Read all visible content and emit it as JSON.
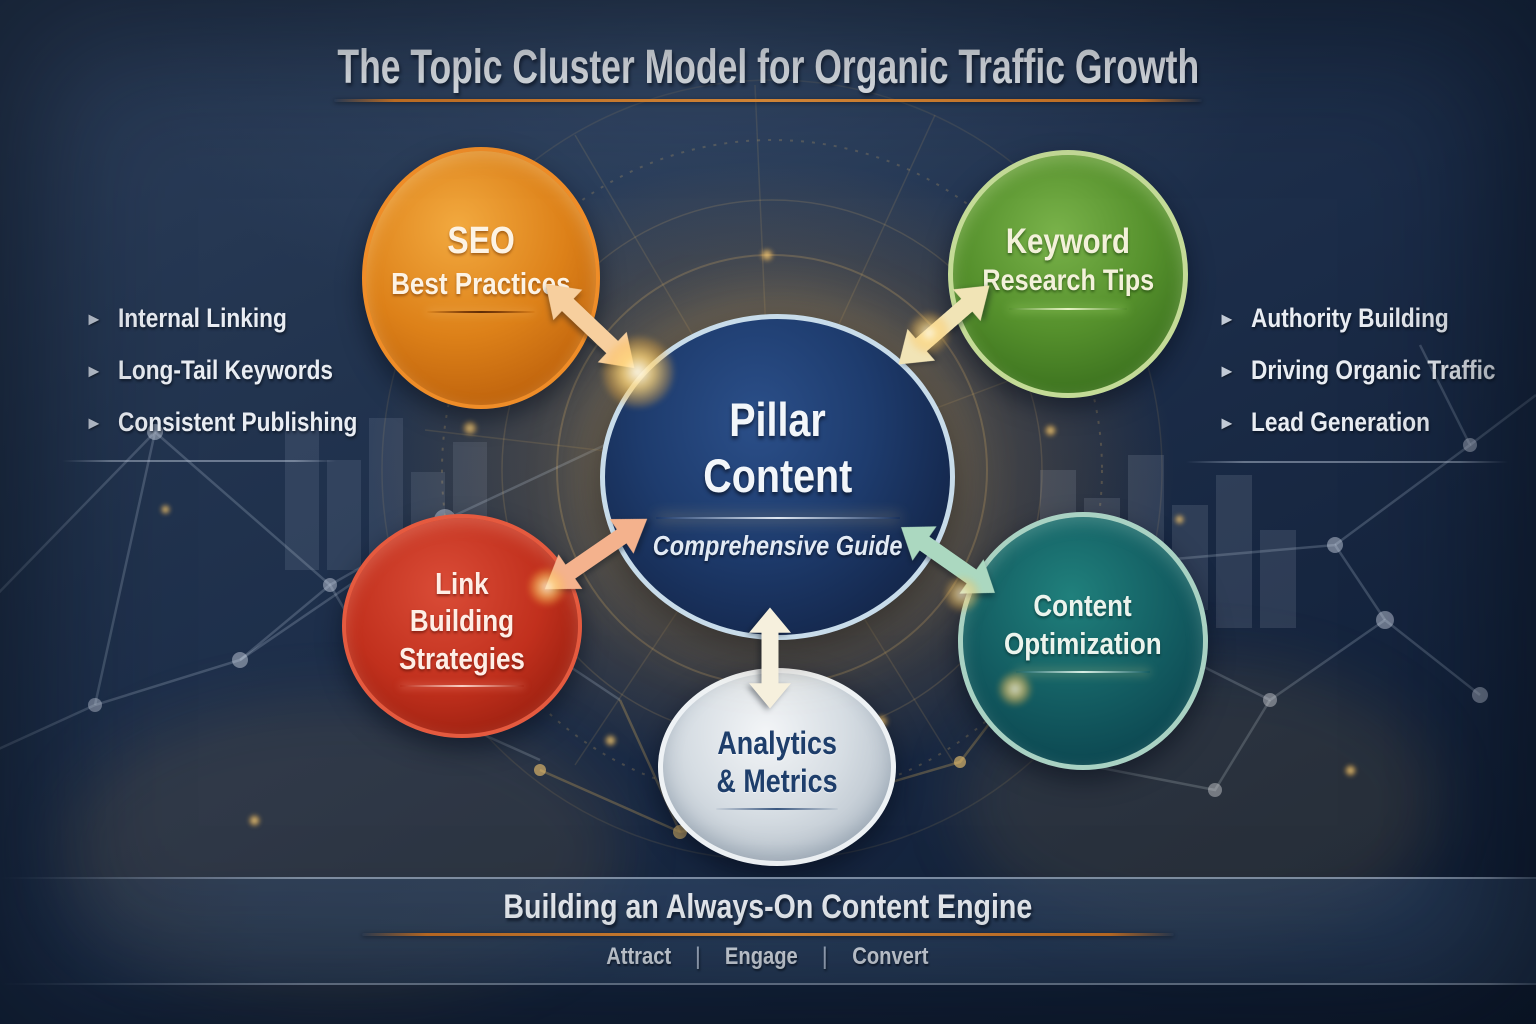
{
  "title": {
    "text": "The Topic Cluster Model for Organic Traffic Growth"
  },
  "center_node": {
    "line1": "Pillar",
    "line2": "Content",
    "subtitle": "Comprehensive Guide",
    "color": "#1e3c6e"
  },
  "cluster_nodes": {
    "seo": {
      "line1": "SEO",
      "line2": "Best Practices",
      "color": "#dd8119"
    },
    "keyword": {
      "line1": "Keyword",
      "line2": "Research Tips",
      "color": "#55902c"
    },
    "link_building": {
      "line1": "Link",
      "line2": "Building",
      "line3": "Strategies",
      "color": "#c1301d"
    },
    "content_optimization": {
      "line1": "Content",
      "line2": "Optimization",
      "color": "#135c61"
    },
    "analytics": {
      "line1": "Analytics",
      "line2": "& Metrics",
      "color": "#d6dde3"
    }
  },
  "left_list": [
    "Internal Linking",
    "Long-Tail Keywords",
    "Consistent Publishing"
  ],
  "right_list": [
    "Authority Building",
    "Driving Organic Traffic",
    "Lead Generation"
  ],
  "footer": {
    "heading": "Building an Always-On Content Engine",
    "steps": [
      "Attract",
      "Engage",
      "Convert"
    ],
    "separator": "|"
  },
  "icons": {
    "bullet": "►"
  },
  "colors": {
    "background_navy": "#1b2c48",
    "accent_orange": "#e8923a",
    "title_text": "#eef2f7",
    "arrow_peach": "#f7cf9e",
    "arrow_cream": "#f1e4b6",
    "arrow_salmon": "#f4b28d",
    "arrow_mint": "#abd8c0",
    "arrow_ivory": "#f6f0dd"
  }
}
